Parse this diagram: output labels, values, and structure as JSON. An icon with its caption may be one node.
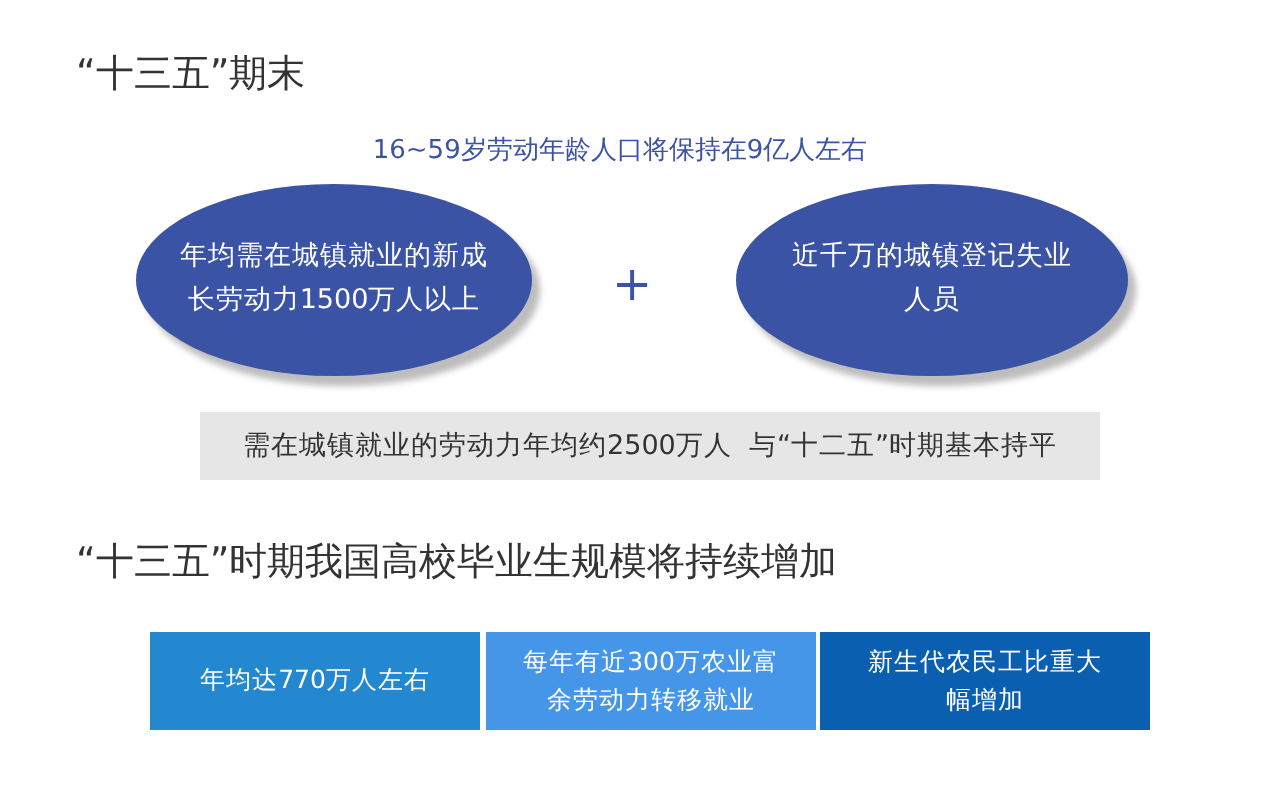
{
  "diagram": {
    "title": "“十三五”期末",
    "nodes": [
      {
        "text": [
          "年均需在城镇就业的新成长劳动力1500万人以上"
        ]
      },
      {
        "text": [
          "近千万的城镇登记失业人员"
        ]
      },
      {
        "text": [
          "需在城镇就业的劳动力年均约2500万人  与“十二五”时期基本持平"
        ]
      },
      {
        "text": [
          "年均达770万人左右"
        ]
      },
      {
        "text": [
          "每年有近300万农业富余劳动力转移就业"
        ]
      },
      {
        "text": [
          "新生代农民工比重大幅增加"
        ]
      }
    ],
    "labels": [
      "16~59岁劳动年龄人口将保持在9亿人左右",
      "+",
      "“十三五”时期我国高校毕业生规模将持续增加"
    ]
  }
}
